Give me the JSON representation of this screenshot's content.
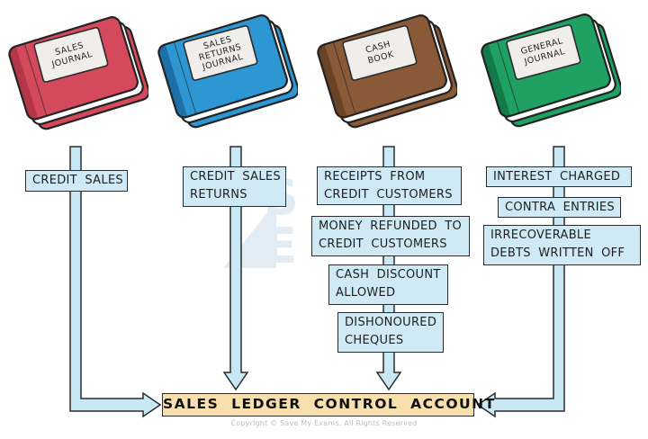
{
  "diagram": {
    "books": [
      {
        "name": "sales-journal",
        "title_lines": [
          "SALES",
          "JOURNAL"
        ],
        "cover_color": "#d44a5c",
        "side_color": "#b53648"
      },
      {
        "name": "sales-returns-journal",
        "title_lines": [
          "SALES",
          "RETURNS",
          "JOURNAL"
        ],
        "cover_color": "#2d97d4",
        "side_color": "#1e6fa6"
      },
      {
        "name": "cash-book",
        "title_lines": [
          "CASH",
          "BOOK"
        ],
        "cover_color": "#8a5a38",
        "side_color": "#6a4324"
      },
      {
        "name": "general-journal",
        "title_lines": [
          "GENERAL",
          "JOURNAL"
        ],
        "cover_color": "#1fa163",
        "side_color": "#137a49"
      }
    ],
    "columns": [
      {
        "boxes": [
          {
            "lines": [
              "CREDIT SALES"
            ]
          }
        ]
      },
      {
        "boxes": [
          {
            "lines": [
              "CREDIT SALES",
              "RETURNS"
            ]
          }
        ]
      },
      {
        "boxes": [
          {
            "lines": [
              "RECEIPTS FROM",
              "CREDIT CUSTOMERS"
            ]
          },
          {
            "lines": [
              "MONEY REFUNDED TO",
              "CREDIT CUSTOMERS"
            ]
          },
          {
            "lines": [
              "CASH DISCOUNT",
              "ALLOWED"
            ]
          },
          {
            "lines": [
              "DISHONOURED",
              "CHEQUES"
            ]
          }
        ]
      },
      {
        "boxes": [
          {
            "lines": [
              "INTEREST CHARGED"
            ]
          },
          {
            "lines": [
              "CONTRA ENTRIES"
            ]
          },
          {
            "lines": [
              "IRRECOVERABLE",
              "DEBTS WRITTEN OFF"
            ]
          }
        ]
      }
    ],
    "target_label": "SALES LEDGER CONTROL ACCOUNT",
    "footer": "Copyright © Save My Exams. All Rights Reserved",
    "watermark_letters": {
      "line1": "S",
      "line2": "E"
    },
    "colors": {
      "box_fill": "#cfe9f5",
      "stem_fill": "#c9e8f6",
      "outline": "#2b2b2b",
      "target_fill": "#f8e0ae",
      "text": "#1e1e1e",
      "footer": "#bdbdbd",
      "watermark": "#e2ecf4",
      "label_fill": "#f0eeeb"
    }
  }
}
